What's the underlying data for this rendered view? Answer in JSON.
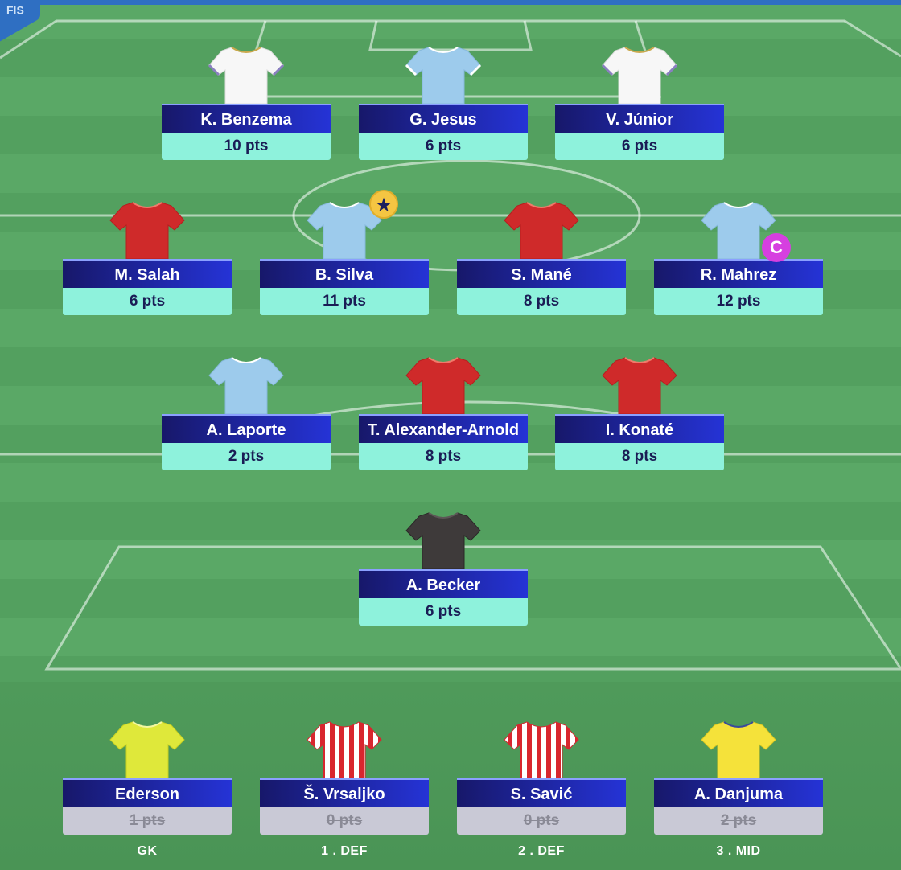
{
  "colors": {
    "name_bar_start": "#17186a",
    "name_bar_end": "#2533d6",
    "points_bg": "#8ef2dc",
    "bench_points_bg": "#c9c9d6",
    "pitch": "#5aa866",
    "captain_badge": "#d63fe0",
    "star_badge": "#f5c542"
  },
  "forwards": [
    {
      "name": "K. Benzema",
      "points": "10 pts",
      "kit": "real-madrid-white-shirt-icon"
    },
    {
      "name": "G. Jesus",
      "points": "6 pts",
      "kit": "man-city-sky-blue-shirt-icon"
    },
    {
      "name": "V. Júnior",
      "points": "6 pts",
      "kit": "real-madrid-white-shirt-icon"
    }
  ],
  "midfielders": [
    {
      "name": "M. Salah",
      "points": "6 pts",
      "kit": "liverpool-red-shirt-icon"
    },
    {
      "name": "B. Silva",
      "points": "11 pts",
      "kit": "man-city-sky-blue-shirt-icon",
      "badge": "star-icon"
    },
    {
      "name": "S. Mané",
      "points": "8 pts",
      "kit": "liverpool-red-shirt-icon"
    },
    {
      "name": "R. Mahrez",
      "points": "12 pts",
      "kit": "man-city-sky-blue-shirt-icon",
      "badge": "C"
    }
  ],
  "defenders": [
    {
      "name": "A. Laporte",
      "points": "2 pts",
      "kit": "man-city-sky-blue-shirt-icon"
    },
    {
      "name": "T. Alexander-Arnold",
      "points": "8 pts",
      "kit": "liverpool-red-shirt-icon"
    },
    {
      "name": "I. Konaté",
      "points": "8 pts",
      "kit": "liverpool-red-shirt-icon"
    }
  ],
  "goalkeeper": {
    "name": "A. Becker",
    "points": "6 pts",
    "kit": "liverpool-grey-gk-shirt-icon"
  },
  "bench": [
    {
      "name": "Ederson",
      "points": "1 pts",
      "position": "GK",
      "kit": "man-city-yellow-gk-shirt-icon"
    },
    {
      "name": "Š. Vrsaljko",
      "points": "0 pts",
      "position": "1 . DEF",
      "kit": "atletico-striped-shirt-icon"
    },
    {
      "name": "S. Savić",
      "points": "0 pts",
      "position": "2 . DEF",
      "kit": "atletico-striped-shirt-icon"
    },
    {
      "name": "A. Danjuma",
      "points": "2 pts",
      "position": "3 . MID",
      "kit": "villarreal-yellow-shirt-icon"
    }
  ]
}
